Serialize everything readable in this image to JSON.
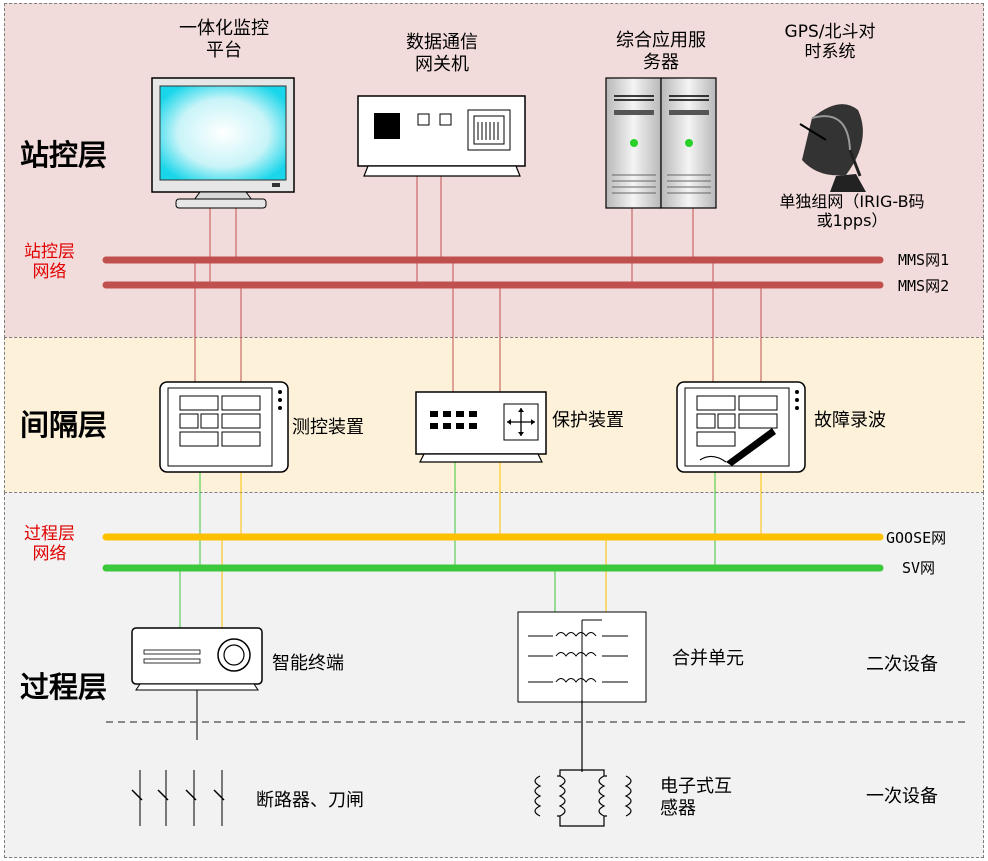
{
  "layers": {
    "station": "站控层",
    "bay": "间隔层",
    "process": "过程层"
  },
  "networks": {
    "station_network": "站控层\n网络",
    "process_network": "过程层\n网络",
    "mms1": "MMS网1",
    "mms2": "MMS网2",
    "goose": "GOOSE网",
    "sv": "SV网"
  },
  "station_devices": {
    "monitor": "一体化监控\n平台",
    "gateway": "数据通信\n网关机",
    "server": "综合应用服\n务器",
    "gps": "GPS/北斗对\n时系统",
    "gps_note": "单独组网（IRIG-B码\n或1pps）"
  },
  "bay_devices": {
    "measure": "测控装置",
    "protection": "保护装置",
    "recorder": "故障录波"
  },
  "process_devices": {
    "terminal": "智能终端",
    "merging": "合并单元",
    "breaker": "断路器、刀闸",
    "transformer": "电子式互\n感器",
    "secondary": "二次设备",
    "primary": "一次设备"
  },
  "colors": {
    "mms": "#c0504d",
    "goose": "#ffc000",
    "sv": "#3cc83c",
    "station_bg": "#f2dcdb",
    "bay_bg": "#fdf2d9",
    "process_bg": "#f2f2f2",
    "layer_network_text": "#e00000"
  }
}
